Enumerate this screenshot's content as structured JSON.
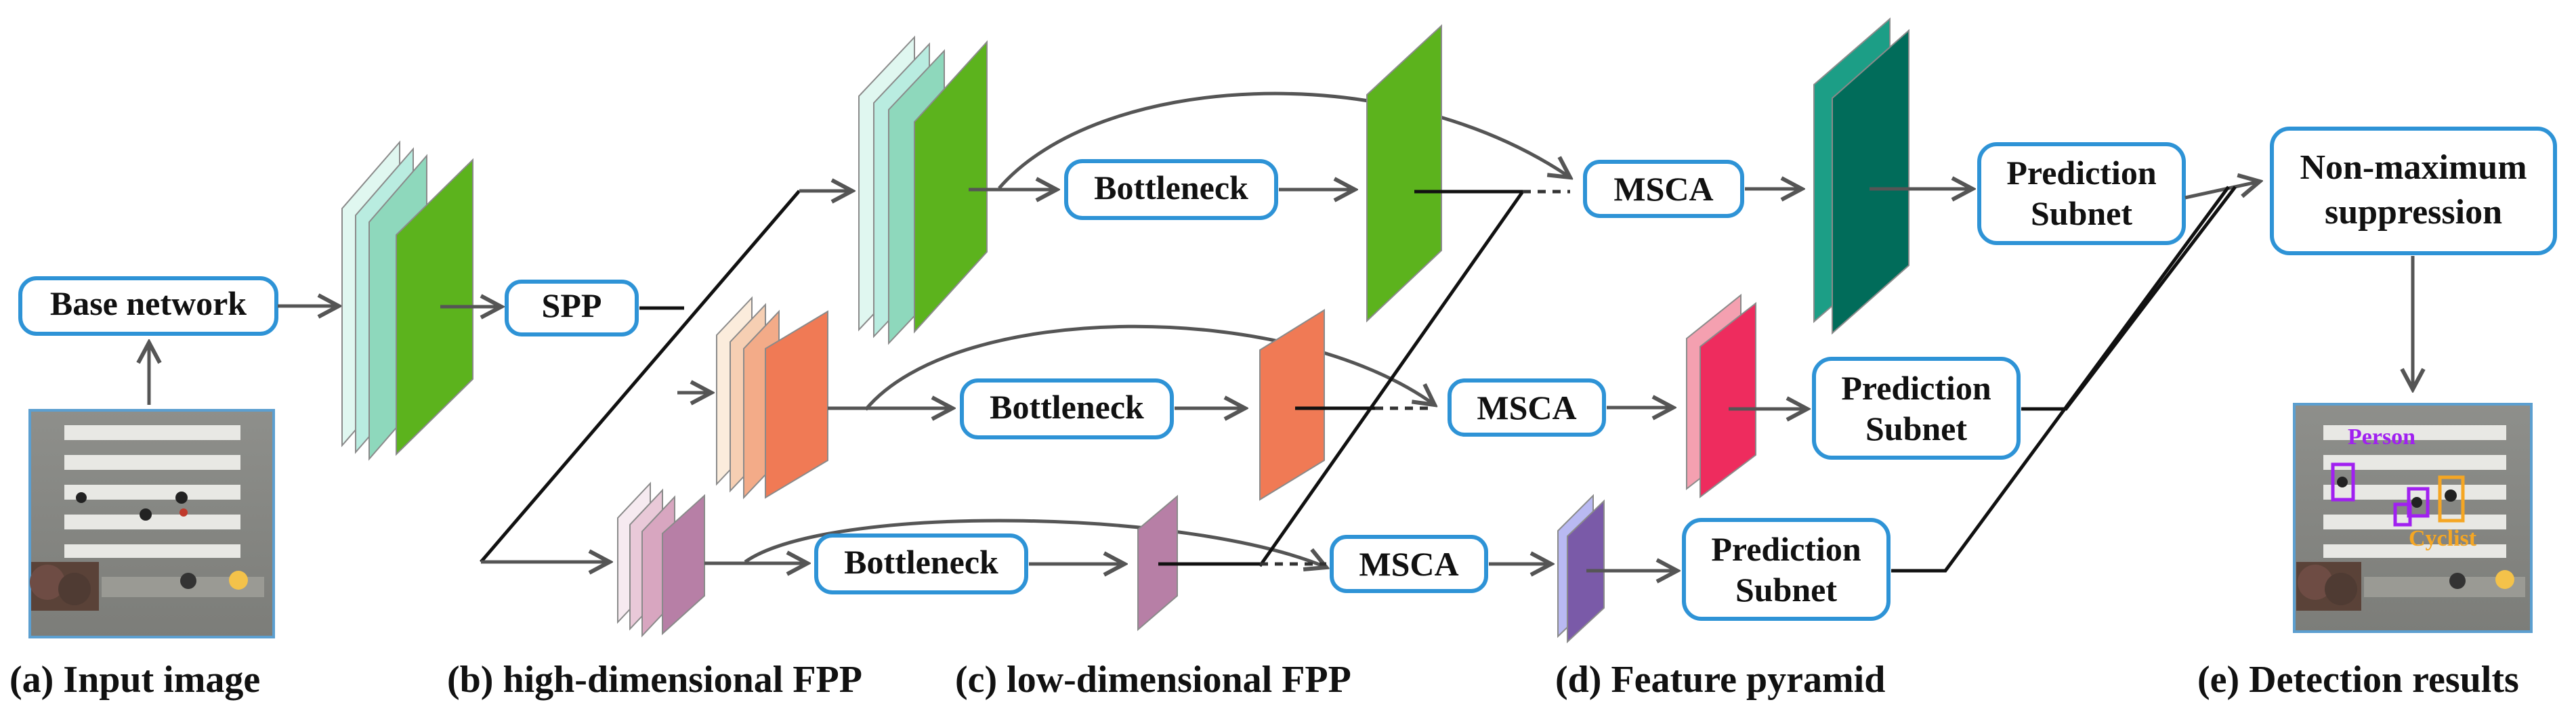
{
  "blocks": {
    "base_network": "Base network",
    "spp": "SPP",
    "bottleneck": "Bottleneck",
    "mscа": "MSCA",
    "msca": "MSCA",
    "prediction_subnet_line1": "Prediction",
    "prediction_subnet_line2": "Subnet",
    "nms_line1": "Non-maximum",
    "nms_line2": "suppression"
  },
  "detections": {
    "person_label": "Person",
    "cyclist_label": "Cyclist"
  },
  "captions": {
    "input_image": "(a) Input image",
    "high_fpp": "(b) high-dimensional FPP",
    "low_fpp": "(c) low-dimensional FPP",
    "feature_pyramid": "(d) Feature pyramid",
    "detection_results": "(e) Detection results"
  },
  "colors": {
    "box_border": "#2e93d6",
    "green": "#5cb31d",
    "orange": "#f07a55",
    "mauve": "#b77fa6",
    "teal": "#016c5a",
    "pink": "#ee2c5e",
    "purple": "#7a5aa8",
    "person_box": "#a020f0",
    "cyclist_box": "#f5a623"
  }
}
